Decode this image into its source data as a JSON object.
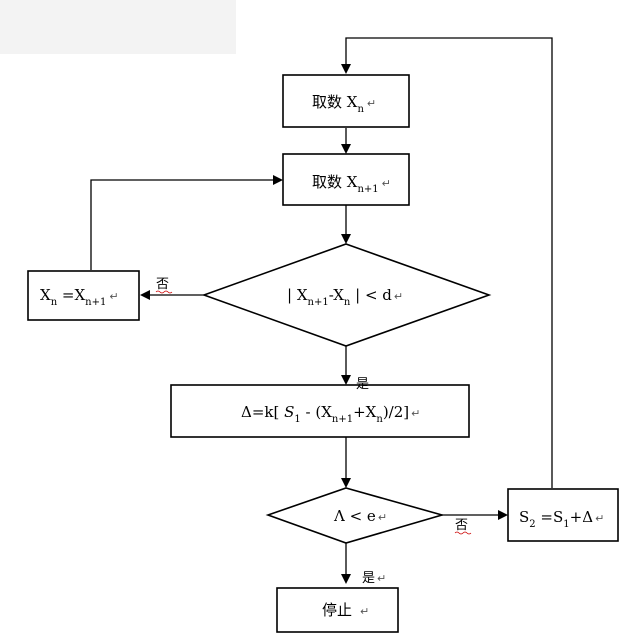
{
  "corner_highlight_color": "#f3f3f3",
  "nodes": {
    "fetch_xn": {
      "pre": "取数 X",
      "sub": "n"
    },
    "fetch_xn1": {
      "pre": "取数 X",
      "sub": "n+1"
    },
    "decision1": {
      "pre": "| X",
      "sub1": "n+1",
      "mid": "-X",
      "sub2": "n",
      "post": " | < d"
    },
    "assign": {
      "pre": "X",
      "sub1": "n",
      "mid": " =X",
      "sub2": "n+1"
    },
    "delta": {
      "pre": "Δ=k[ ",
      "s": "S",
      "s_sub": "1",
      "mid1": " - (X",
      "sub1": "n+1",
      "mid2": "+X",
      "sub2": "n",
      "post": ")/2]"
    },
    "decision2": {
      "text": "Λ < e"
    },
    "update_s2": {
      "pre": "S",
      "sub1": "2",
      "mid": " =S",
      "sub2": "1",
      "post": "+Δ"
    },
    "stop": {
      "text": "停止"
    }
  },
  "edge_labels": {
    "no1": "否",
    "yes1": "是",
    "no2": "否",
    "yes2": "是"
  },
  "paragraph_mark": "↵"
}
